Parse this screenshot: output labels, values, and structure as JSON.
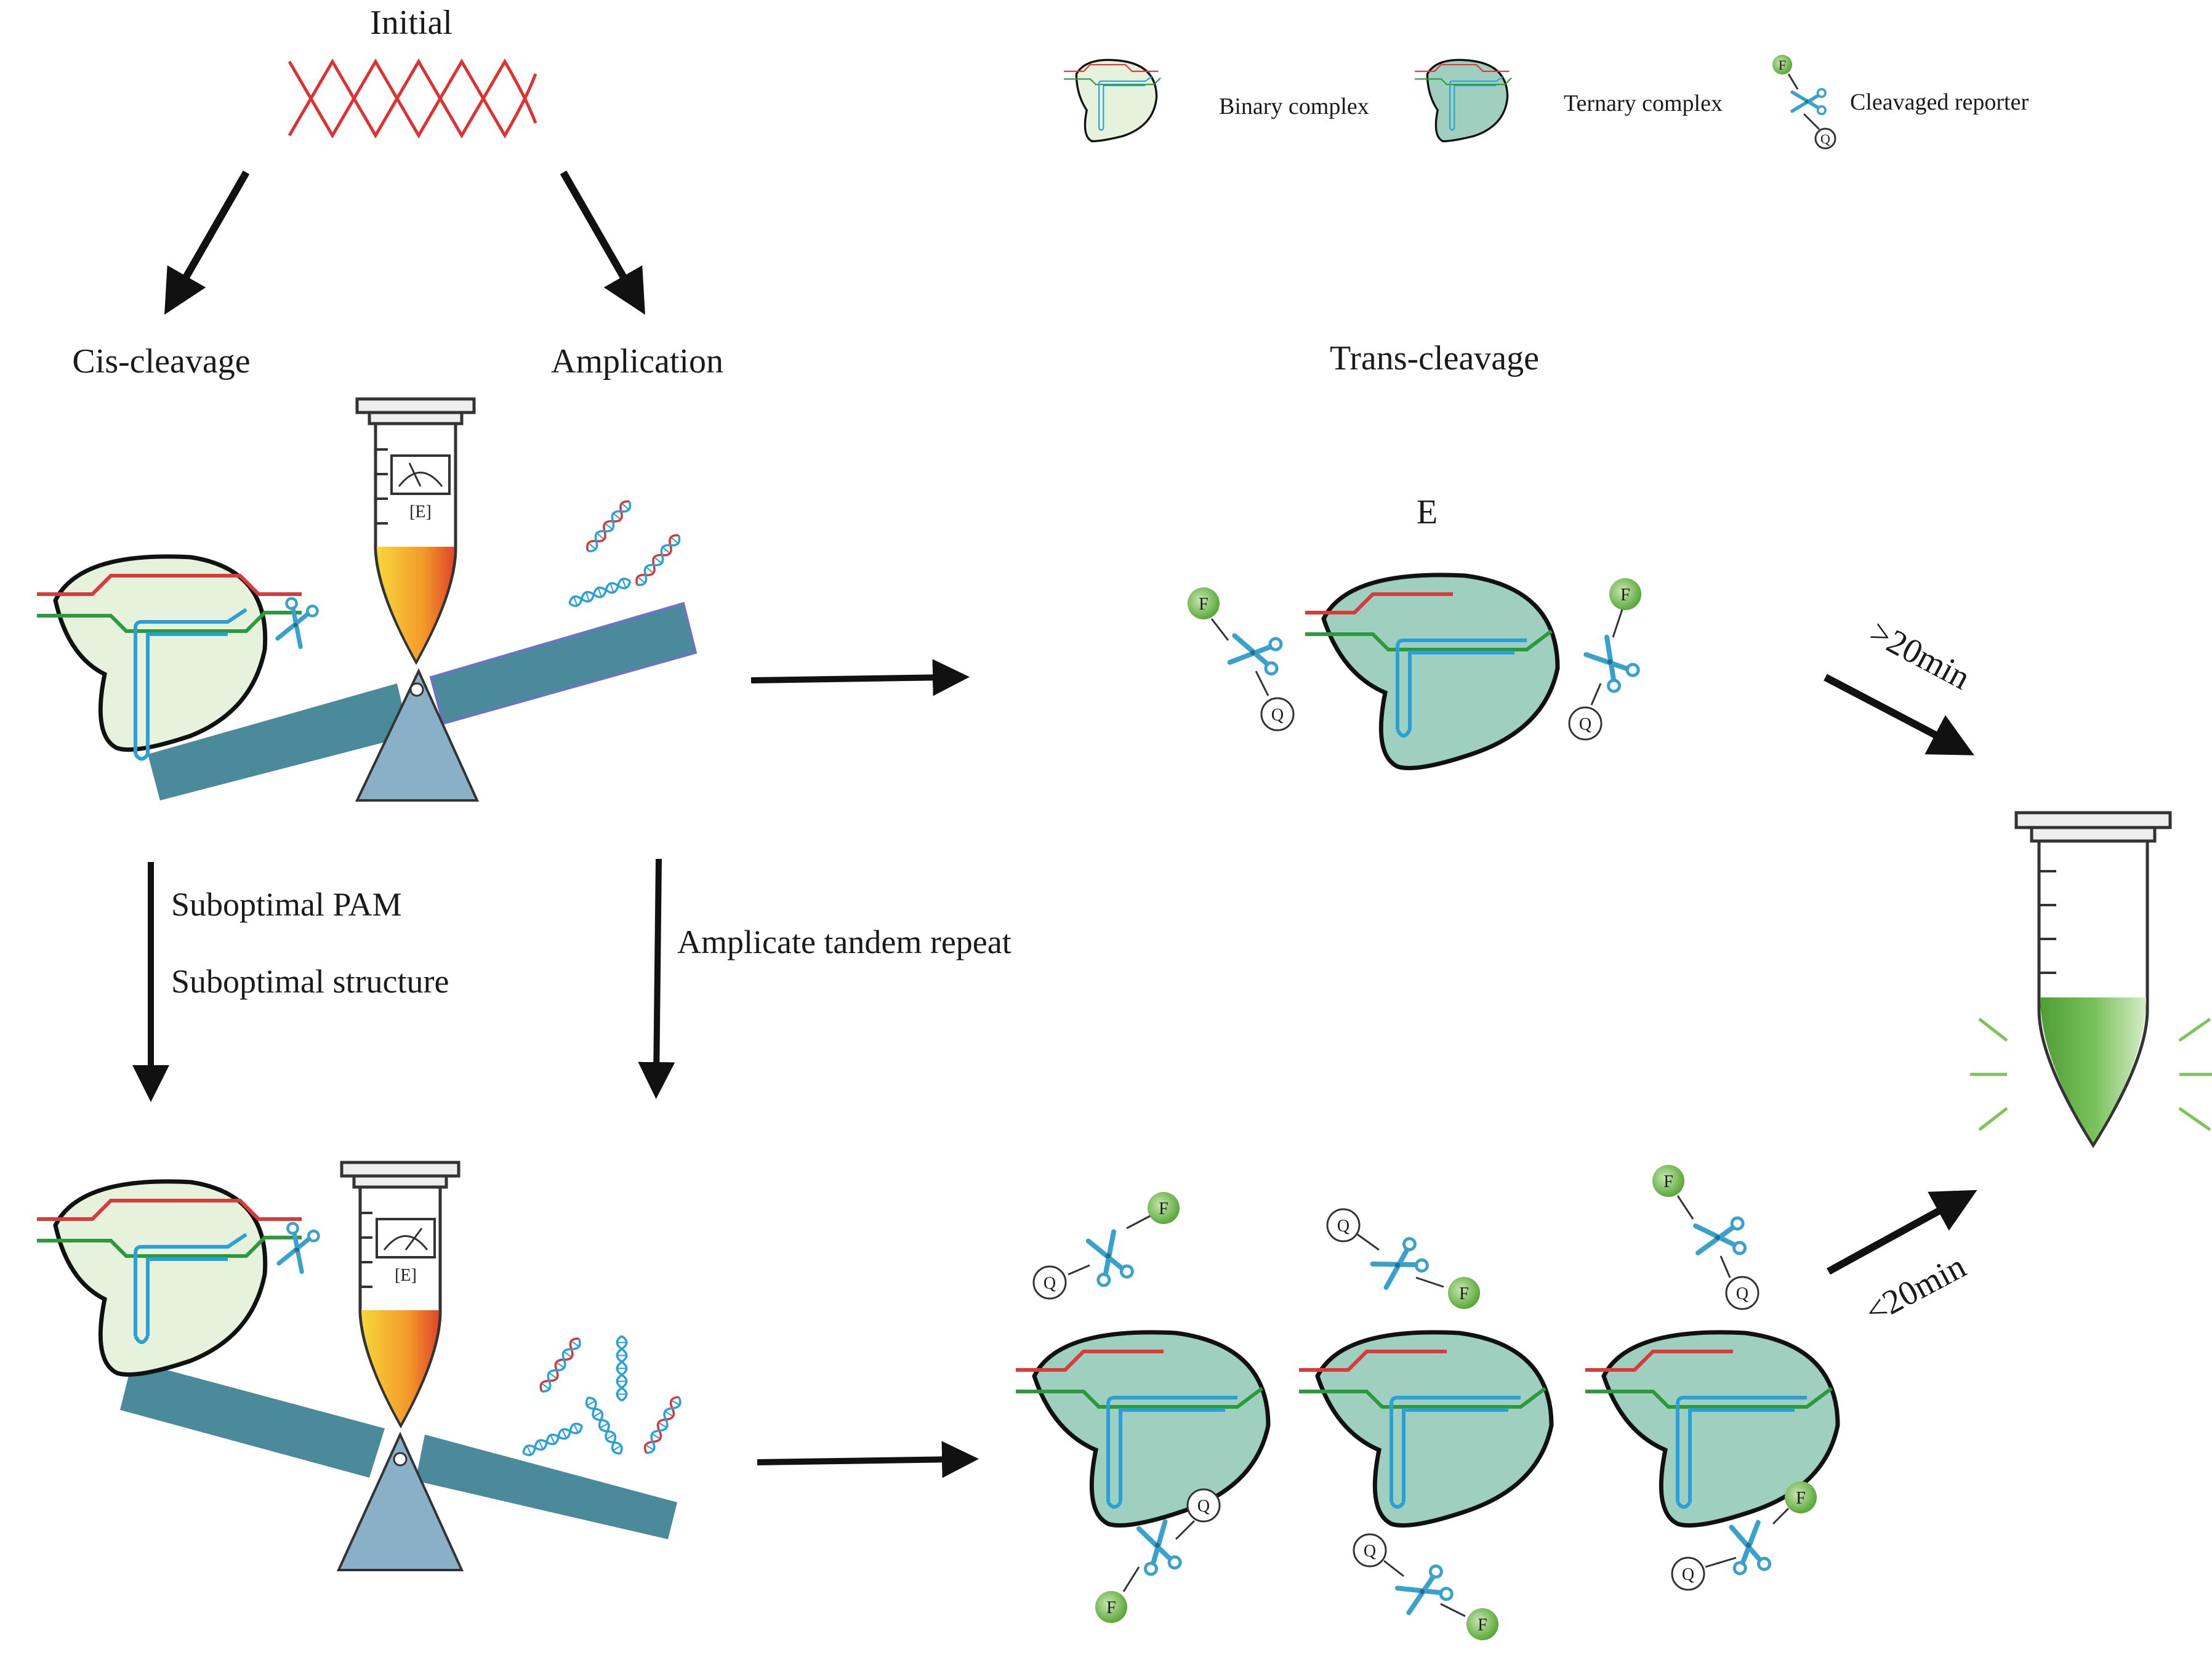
{
  "labels": {
    "initial": "Initial",
    "cis_cleavage": "Cis-cleavage",
    "amplication": "Amplication",
    "trans_cleavage": "Trans-cleavage",
    "enzyme_top": "E",
    "tube_top_label": "[E]",
    "tube_bottom_label": "[E]",
    "suboptimal_pam": "Suboptimal PAM",
    "suboptimal_structure": "Suboptimal structure",
    "amplicate_tandem_repeat": "Amplicate tandem repeat",
    "gt_20min": ">20min",
    "lt_20min": "<20min"
  },
  "legend": {
    "binary_complex": "Binary complex",
    "ternary_complex": "Ternary complex",
    "cleavaged_reporter": "Cleavaged reporter"
  },
  "reporter": {
    "fluor": "F",
    "quencher": "Q"
  },
  "colors": {
    "target_dna": "#e03030",
    "rna_red": "#d93b3b",
    "rna_green": "#2a9a3a",
    "crrna_blue": "#2aa0d8",
    "binary_fill": "#e6f2dc",
    "ternary_fill": "#9ecfbf",
    "beam": "#4a8a9a",
    "fulcrum": "#8ab0c8",
    "fluor_green": "#6dbb4a",
    "tube_liquid_green": "#5fb040",
    "scissors": "#3aa0cc",
    "arrow": "#111111"
  }
}
